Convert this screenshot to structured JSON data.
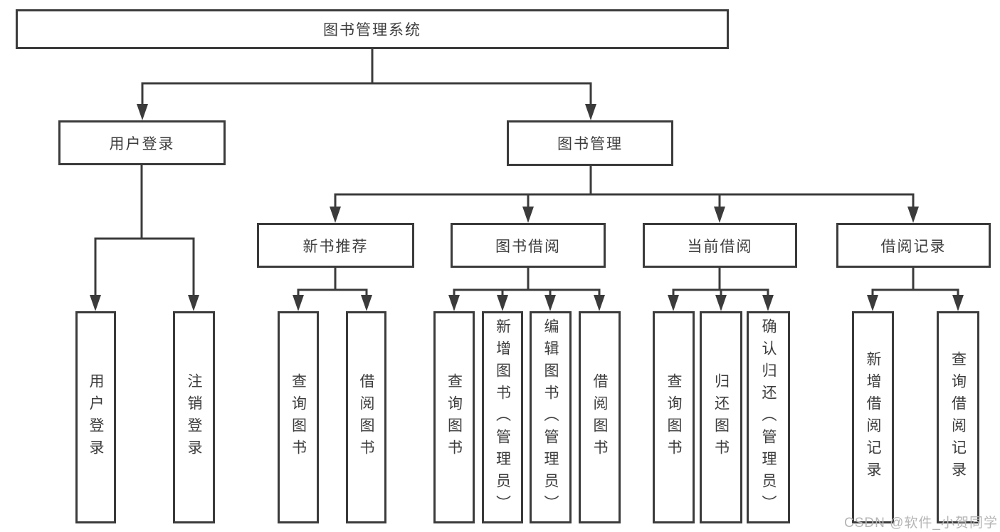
{
  "root": {
    "label": "图书管理系统"
  },
  "branches": {
    "user": {
      "label": "用户登录",
      "children": {
        "login": {
          "label": "用户登录"
        },
        "logout": {
          "label": "注销登录"
        }
      }
    },
    "book": {
      "label": "图书管理",
      "children": {
        "recommend": {
          "label": "新书推荐",
          "children": {
            "query": {
              "label": "查询图书"
            },
            "borrow": {
              "label": "借阅图书"
            }
          }
        },
        "borrowing": {
          "label": "图书借阅",
          "children": {
            "query": {
              "label": "查询图书"
            },
            "add": {
              "label": "新增图书（管理员）"
            },
            "edit": {
              "label": "编辑图书（管理员）"
            },
            "borrow": {
              "label": "借阅图书"
            }
          }
        },
        "current": {
          "label": "当前借阅",
          "children": {
            "query": {
              "label": "查询图书"
            },
            "return": {
              "label": "归还图书"
            },
            "confirm": {
              "label": "确认归还（管理员）"
            }
          }
        },
        "records": {
          "label": "借阅记录",
          "children": {
            "add": {
              "label": "新增借阅记录"
            },
            "query": {
              "label": "查询借阅记录"
            }
          }
        }
      }
    }
  },
  "watermark": {
    "text": "CSDN @软件_小贺同学",
    "color": "#b5b5b5"
  },
  "colors": {
    "line": "#3b3b3b",
    "text": "#3d3d3d",
    "background": "#ffffff"
  }
}
